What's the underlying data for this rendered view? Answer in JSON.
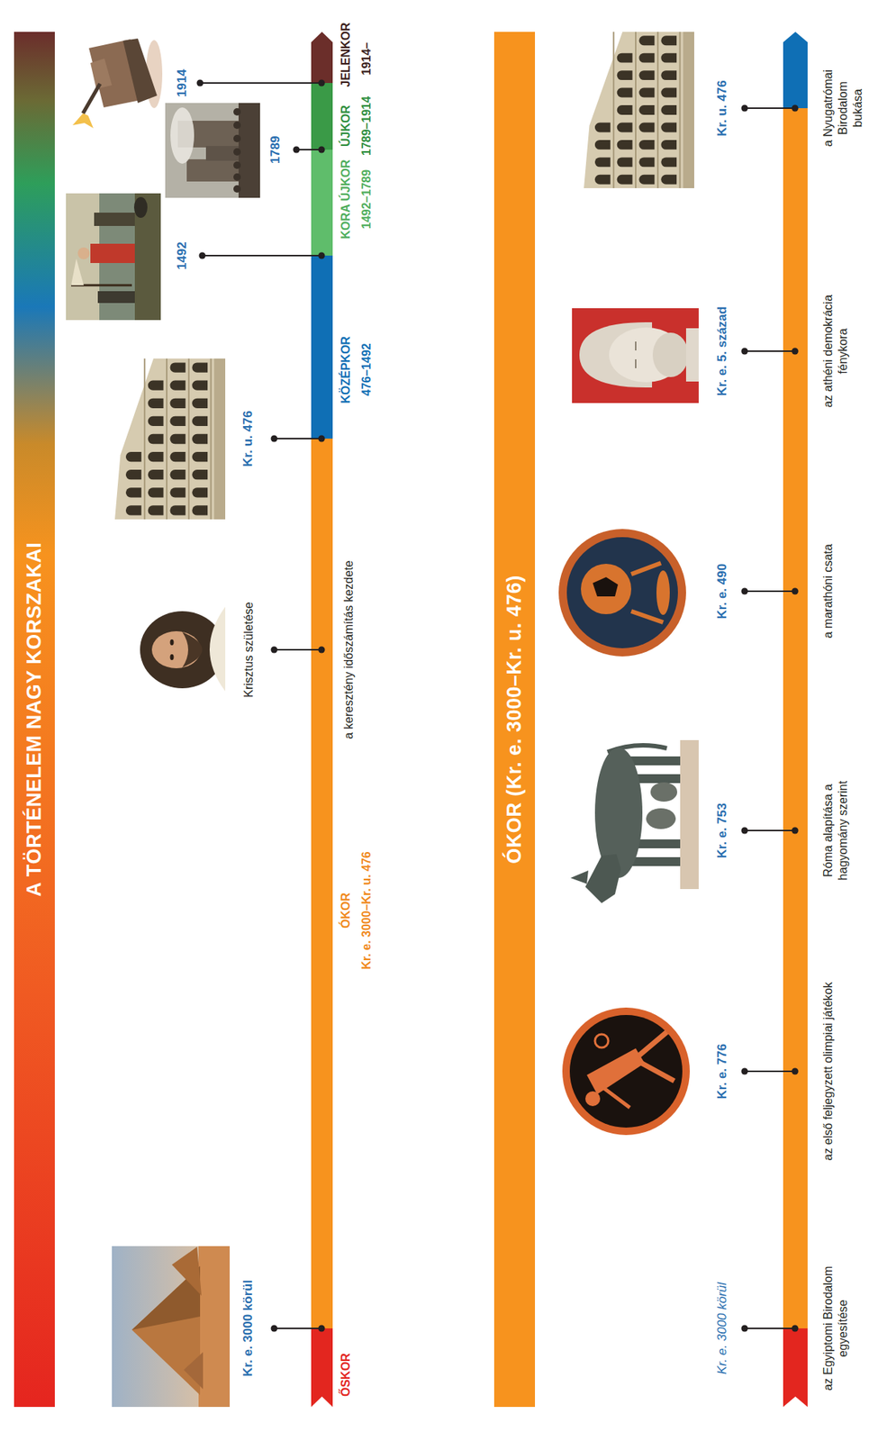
{
  "diagram": {
    "title": "A TÖRTÉNELEM NAGY KORSZAKAI",
    "nodes": [
      {
        "text": [
          "ÓKOR (Kr. e. 3000–Kr. u. 476)"
        ]
      }
    ],
    "labels": [
      "Kr. e. 3000 körül",
      "ŐSKOR",
      "ÓKOR",
      "Kr. e. 3000–Kr. u. 476",
      "Krisztus születése",
      "a keresztény időszámítás kezdete",
      "Kr. u. 476",
      "KÖZÉPKOR",
      "476–1492",
      "1492",
      "KORA ÚJKOR",
      "1492–1789",
      "1789",
      "ÚJKOR",
      "1789–1914",
      "1914",
      "JELENKOR",
      "1914–",
      "Kr. e. 3000 körül",
      "az Egyiptomi Birodalom egyesítése",
      "Kr. e. 776",
      "az első feljegyzett olimpiai játékok",
      "Kr. e. 753",
      "Róma alapítása a hagyomány szerint",
      "Kr. e. 490",
      "a marathóni csata",
      "Kr. e. 5. század",
      "az athéni demokrácia fénykora",
      "Kr. u. 476",
      "a Nyugatrómai Birodalom bukása"
    ]
  }
}
